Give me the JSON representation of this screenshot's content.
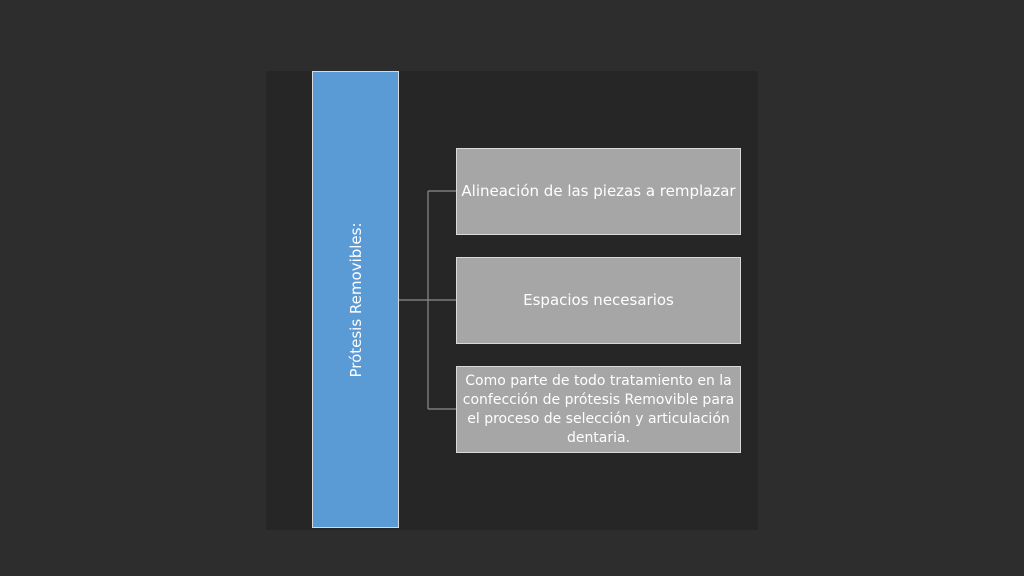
{
  "diagram": {
    "root": {
      "label": "Prótesis Removibles:"
    },
    "children": [
      {
        "label": "Alineación de las piezas a remplazar"
      },
      {
        "label": "Espacios necesarios"
      },
      {
        "label": "Como parte de todo tratamiento en la confección de prótesis Removible para el proceso de selección y articulación dentaria."
      }
    ]
  },
  "colors": {
    "background": "#2d2d2d",
    "slide": "#262626",
    "root_fill": "#5b9bd5",
    "child_fill": "#a6a6a6",
    "connector": "#8c8c8c",
    "text": "#ffffff"
  }
}
